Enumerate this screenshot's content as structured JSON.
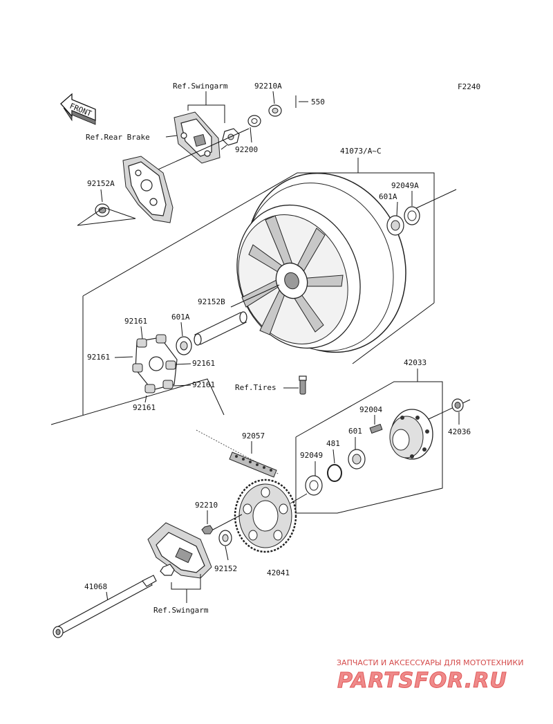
{
  "diagram_code": "F2240",
  "front_marker": "FRONT",
  "labels": {
    "ref_swingarm_top": "Ref.Swingarm",
    "p92210A": "92210A",
    "p550": "550",
    "ref_rear_brake": "Ref.Rear Brake",
    "p92200": "92200",
    "p41073": "41073/A~C",
    "p92049A": "92049A",
    "p601A_top": "601A",
    "p92152A": "92152A",
    "p92152B": "92152B",
    "p601A_mid": "601A",
    "p92161_a": "92161",
    "p92161_b": "92161",
    "p92161_c": "92161",
    "p92161_d": "92161",
    "p92161_e": "92161",
    "ref_tires": "Ref.Tires",
    "p42033": "42033",
    "p92004": "92004",
    "p601": "601",
    "p42036": "42036",
    "p92057": "92057",
    "p481": "481",
    "p92049": "92049",
    "p92210": "92210",
    "p92152": "92152",
    "p42041": "42041",
    "p41068": "41068",
    "ref_swingarm_bottom": "Ref.Swingarm"
  },
  "watermark": {
    "caption": "ЗАПЧАСТИ И АКСЕССУАРЫ ДЛЯ МОТОТЕХНИКИ",
    "logo": "PARTSFOR.RU"
  }
}
